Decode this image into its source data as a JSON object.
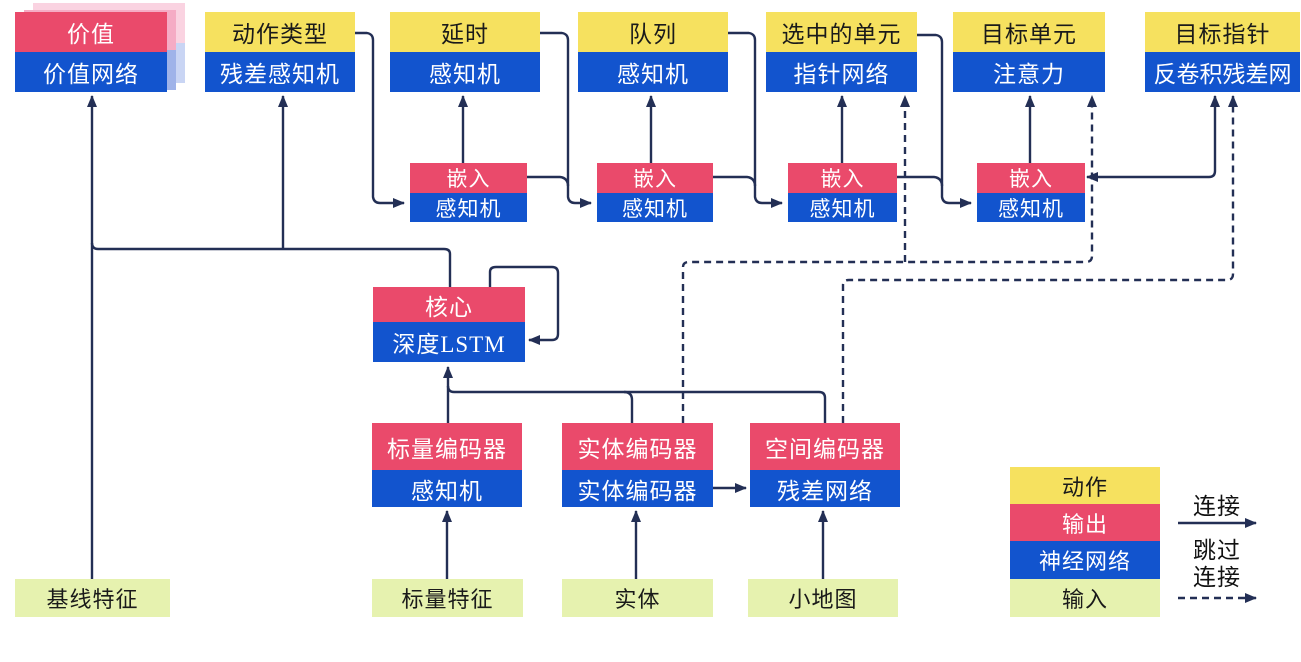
{
  "nodes": {
    "value": {
      "top": "价值",
      "bottom": "价值网络"
    },
    "action_type": {
      "top": "动作类型",
      "bottom": "残差感知机"
    },
    "delay": {
      "top": "延时",
      "bottom": "感知机"
    },
    "queue": {
      "top": "队列",
      "bottom": "感知机"
    },
    "selected_units": {
      "top": "选中的单元",
      "bottom": "指针网络"
    },
    "target_unit": {
      "top": "目标单元",
      "bottom": "注意力"
    },
    "target_point": {
      "top": "目标指针",
      "bottom": "反卷积残差网"
    },
    "embed1": {
      "top": "嵌入",
      "bottom": "感知机"
    },
    "embed2": {
      "top": "嵌入",
      "bottom": "感知机"
    },
    "embed3": {
      "top": "嵌入",
      "bottom": "感知机"
    },
    "embed4": {
      "top": "嵌入",
      "bottom": "感知机"
    },
    "core": {
      "top": "核心",
      "bottom": "深度LSTM"
    },
    "scalar_encoder": {
      "top": "标量编码器",
      "bottom": "感知机"
    },
    "entity_encoder": {
      "top": "实体编码器",
      "bottom": "实体编码器"
    },
    "spatial_encoder": {
      "top": "空间编码器",
      "bottom": "残差网络"
    },
    "baseline_features": {
      "label": "基线特征"
    },
    "scalar_features": {
      "label": "标量特征"
    },
    "entities": {
      "label": "实体"
    },
    "minimap": {
      "label": "小地图"
    }
  },
  "legend": {
    "action": "动作",
    "output": "输出",
    "neural_network": "神经网络",
    "input": "输入",
    "connection": "连接",
    "skip_connection": "跳过连接"
  },
  "colors": {
    "action_yellow": "#F6E15F",
    "output_pink": "#EA4A6B",
    "network_blue": "#1254CE",
    "input_green": "#E6F2AF",
    "line_navy": "#232F55",
    "value_shadow_pink": "#F5ACC5",
    "value_shadow_blue": "#9FB3E9"
  }
}
